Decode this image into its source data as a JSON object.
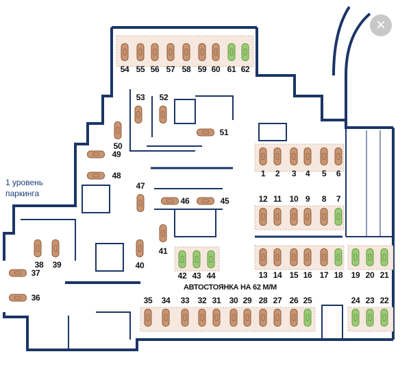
{
  "plan": {
    "title": "АВТОСТОЯНКА НА 62 М/М",
    "level_line1": "1 уровень",
    "level_line2": "паркинга",
    "close_icon": "×"
  },
  "colors": {
    "wall": "#1b3566",
    "occupied": "#c99470",
    "available": "#9acb74",
    "bay": "#f6e8de"
  },
  "spots": [
    {
      "n": "1",
      "status": "occupied"
    },
    {
      "n": "2",
      "status": "occupied"
    },
    {
      "n": "3",
      "status": "occupied"
    },
    {
      "n": "4",
      "status": "occupied"
    },
    {
      "n": "5",
      "status": "occupied"
    },
    {
      "n": "6",
      "status": "occupied"
    },
    {
      "n": "7",
      "status": "available"
    },
    {
      "n": "8",
      "status": "occupied"
    },
    {
      "n": "9",
      "status": "occupied"
    },
    {
      "n": "10",
      "status": "occupied"
    },
    {
      "n": "11",
      "status": "occupied"
    },
    {
      "n": "12",
      "status": "occupied"
    },
    {
      "n": "13",
      "status": "occupied"
    },
    {
      "n": "14",
      "status": "occupied"
    },
    {
      "n": "15",
      "status": "occupied"
    },
    {
      "n": "16",
      "status": "occupied"
    },
    {
      "n": "17",
      "status": "occupied"
    },
    {
      "n": "18",
      "status": "available"
    },
    {
      "n": "19",
      "status": "available"
    },
    {
      "n": "20",
      "status": "available"
    },
    {
      "n": "21",
      "status": "available"
    },
    {
      "n": "22",
      "status": "available"
    },
    {
      "n": "23",
      "status": "available"
    },
    {
      "n": "24",
      "status": "available"
    },
    {
      "n": "25",
      "status": "available"
    },
    {
      "n": "26",
      "status": "occupied"
    },
    {
      "n": "27",
      "status": "occupied"
    },
    {
      "n": "28",
      "status": "occupied"
    },
    {
      "n": "29",
      "status": "occupied"
    },
    {
      "n": "30",
      "status": "occupied"
    },
    {
      "n": "31",
      "status": "occupied"
    },
    {
      "n": "32",
      "status": "occupied"
    },
    {
      "n": "33",
      "status": "occupied"
    },
    {
      "n": "34",
      "status": "occupied"
    },
    {
      "n": "35",
      "status": "occupied"
    },
    {
      "n": "36",
      "status": "occupied"
    },
    {
      "n": "37",
      "status": "occupied"
    },
    {
      "n": "38",
      "status": "occupied"
    },
    {
      "n": "39",
      "status": "occupied"
    },
    {
      "n": "40",
      "status": "occupied"
    },
    {
      "n": "41",
      "status": "occupied"
    },
    {
      "n": "42",
      "status": "available"
    },
    {
      "n": "43",
      "status": "available"
    },
    {
      "n": "44",
      "status": "available"
    },
    {
      "n": "45",
      "status": "occupied"
    },
    {
      "n": "46",
      "status": "occupied"
    },
    {
      "n": "47",
      "status": "occupied"
    },
    {
      "n": "48",
      "status": "occupied"
    },
    {
      "n": "49",
      "status": "occupied"
    },
    {
      "n": "50",
      "status": "occupied"
    },
    {
      "n": "51",
      "status": "occupied"
    },
    {
      "n": "52",
      "status": "occupied"
    },
    {
      "n": "53",
      "status": "occupied"
    },
    {
      "n": "54",
      "status": "occupied"
    },
    {
      "n": "55",
      "status": "occupied"
    },
    {
      "n": "56",
      "status": "occupied"
    },
    {
      "n": "57",
      "status": "occupied"
    },
    {
      "n": "58",
      "status": "occupied"
    },
    {
      "n": "59",
      "status": "occupied"
    },
    {
      "n": "60",
      "status": "occupied"
    },
    {
      "n": "61",
      "status": "available"
    },
    {
      "n": "62",
      "status": "available"
    }
  ]
}
